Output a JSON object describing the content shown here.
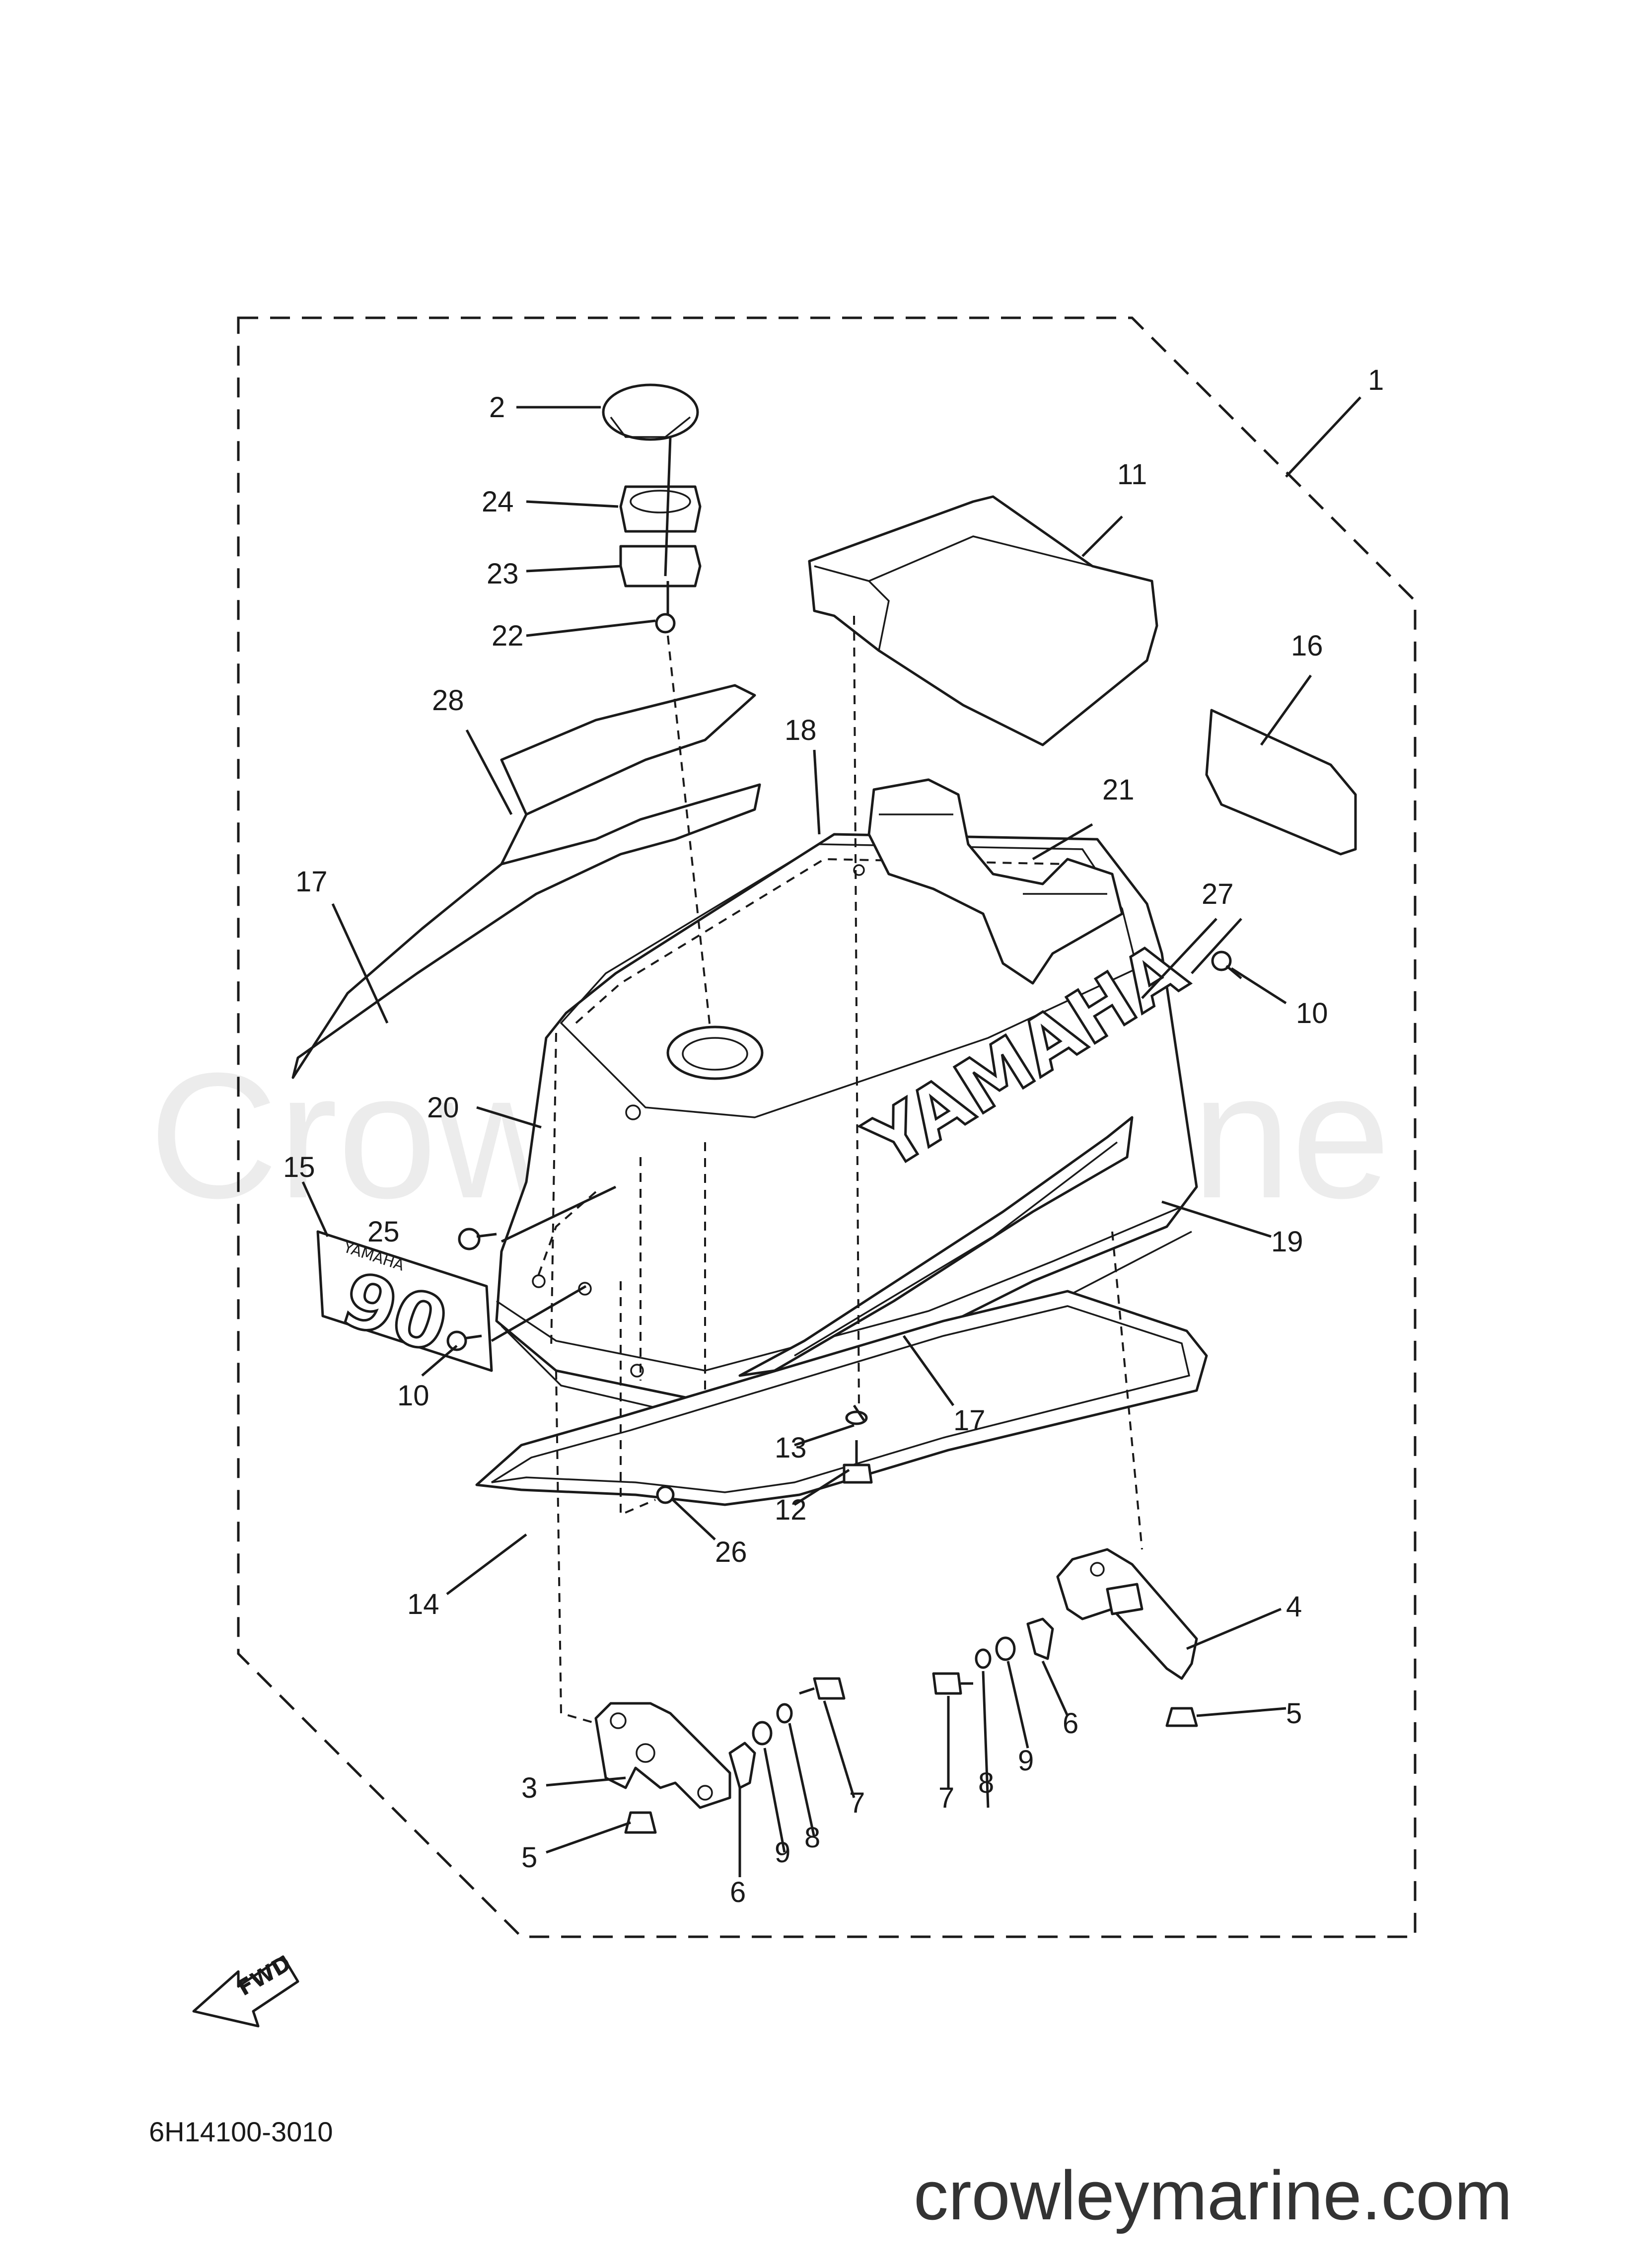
{
  "diagram": {
    "drawing_code": "6H14100-3010",
    "watermark": "Crowley Marine",
    "site": "crowleymarine.com",
    "brand_lettering": "YAMAHA",
    "emblem_lettering": "YAMAHA",
    "emblem_number": "90",
    "fwd_label": "FWD",
    "callouts": {
      "c1": "1",
      "c2": "2",
      "c3": "3",
      "c4": "4",
      "c5a": "5",
      "c5b": "5",
      "c6a": "6",
      "c6b": "6",
      "c7a": "7",
      "c7b": "7",
      "c8a": "8",
      "c8b": "8",
      "c9a": "9",
      "c9b": "9",
      "c10a": "10",
      "c10b": "10",
      "c11": "11",
      "c12": "12",
      "c13": "13",
      "c14": "14",
      "c15": "15",
      "c16": "16",
      "c17a": "17",
      "c17b": "17",
      "c18": "18",
      "c19": "19",
      "c20": "20",
      "c21": "21",
      "c22": "22",
      "c23": "23",
      "c24": "24",
      "c25": "25",
      "c26": "26",
      "c27": "27",
      "c28": "28"
    }
  }
}
